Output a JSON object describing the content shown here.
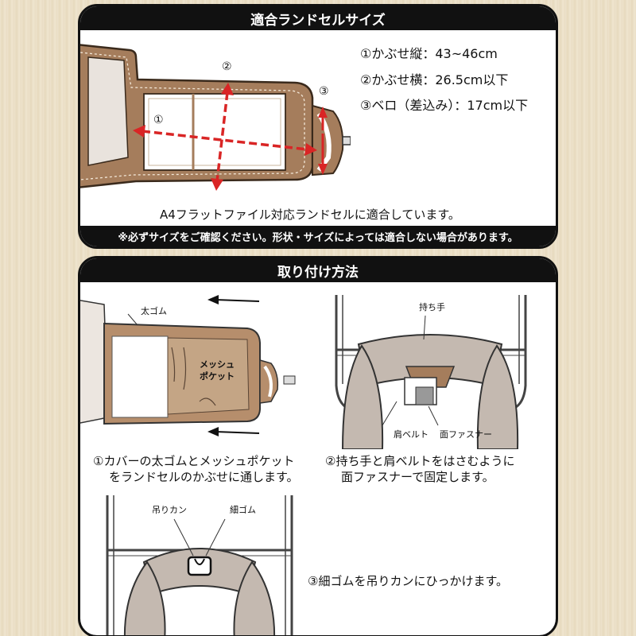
{
  "size_section": {
    "title": "適合ランドセルサイズ",
    "specs": [
      "①かぶせ縦：43~46cm",
      "②かぶせ横：26.5cm以下",
      "③ベロ（差込み）：17cm以下"
    ],
    "diagram_markers": [
      "①",
      "②",
      "③"
    ],
    "compat_text": "A4フラットファイル対応ランドセルに適合しています。",
    "note": "※必ずサイズをご確認ください。形状・サイズによっては適合しない場合があります。"
  },
  "attach_section": {
    "title": "取り付け方法",
    "step1": {
      "label_belt": "太ゴム",
      "label_pocket_1": "メッシュ",
      "label_pocket_2": "ポケット",
      "caption_1": "①カバーの太ゴムとメッシュポケット",
      "caption_2": "をランドセルのかぶせに通します。"
    },
    "step2": {
      "label_handle": "持ち手",
      "label_shoulder": "肩ベルト",
      "label_fastener": "面ファスナー",
      "caption_1": "②持ち手と肩ベルトをはさむように",
      "caption_2": "面ファスナーで固定します。"
    },
    "step3": {
      "label_hook": "吊りカン",
      "label_elastic": "細ゴム",
      "caption": "③細ゴムを吊りカンにひっかけます。"
    }
  },
  "colors": {
    "cover_brown": "#a57d5c",
    "cover_light": "#c4a585",
    "arrow_red": "#d92525",
    "header_black": "#111111"
  }
}
